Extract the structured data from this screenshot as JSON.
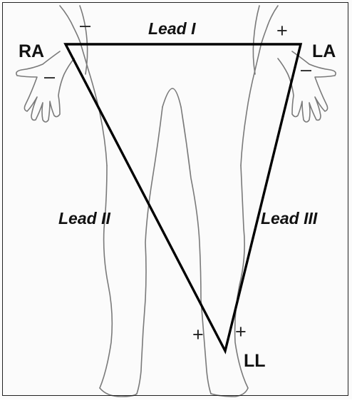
{
  "leads": {
    "lead1": "Lead I",
    "lead2": "Lead II",
    "lead3": "Lead III"
  },
  "electrodes": {
    "right_arm": "RA",
    "left_arm": "LA",
    "left_leg": "LL"
  },
  "polarity": {
    "lead1_negative": "–",
    "lead1_positive": "+",
    "lead2_negative": "–",
    "lead2_positive": "+",
    "lead3_negative": "–",
    "lead3_positive": "+"
  },
  "colors": {
    "triangle": "#000000",
    "body_outline": "#7a7a7a",
    "text": "#111111"
  }
}
